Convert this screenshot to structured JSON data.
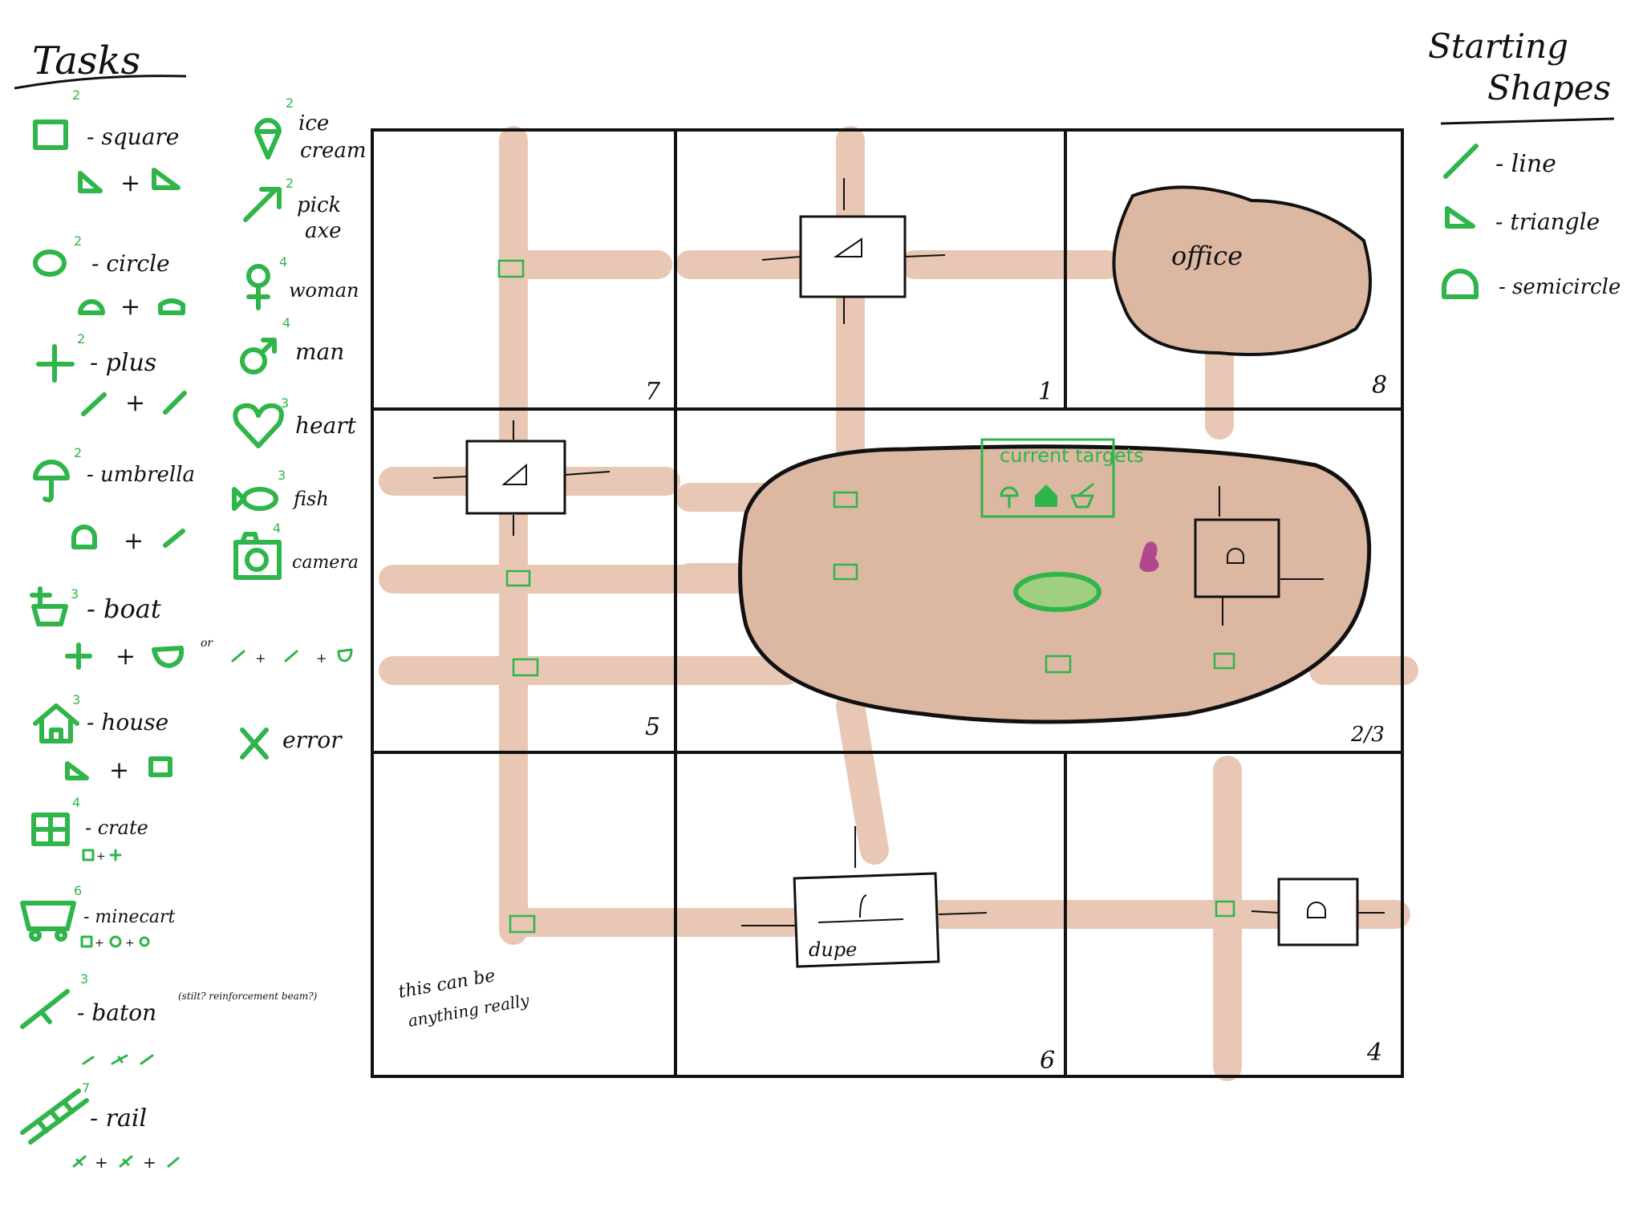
{
  "tasks_heading": "Tasks",
  "starting_heading_line1": "Starting",
  "starting_heading_line2": "Shapes",
  "tasks": [
    {
      "icon": "square-icon",
      "count": "2",
      "label": "- square",
      "recipe": "+"
    },
    {
      "icon": "circle-icon",
      "count": "2",
      "label": "- circle",
      "recipe": "+"
    },
    {
      "icon": "plus-icon",
      "count": "2",
      "label": "- plus",
      "recipe": "+"
    },
    {
      "icon": "umbrella-icon",
      "count": "2",
      "label": "- umbrella",
      "recipe": "+"
    },
    {
      "icon": "boat-icon",
      "count": "3",
      "label": "- boat",
      "recipe": "+",
      "alt_prefix": "or"
    },
    {
      "icon": "house-icon",
      "count": "3",
      "label": "- house",
      "recipe": "+"
    },
    {
      "icon": "crate-icon",
      "count": "4",
      "label": "- crate",
      "recipe": "+"
    },
    {
      "icon": "minecart-icon",
      "count": "6",
      "label": "- minecart",
      "recipe": "+"
    },
    {
      "icon": "baton-icon",
      "count": "3",
      "label": "- baton",
      "note": "(stilt? reinforcement beam?)"
    },
    {
      "icon": "rail-icon",
      "count": "7",
      "label": "- rail",
      "recipe": "+"
    }
  ],
  "tasks_col2": [
    {
      "icon": "ice-cream-icon",
      "count": "2",
      "label": "ice cream"
    },
    {
      "icon": "pickaxe-icon",
      "count": "2",
      "label": "pick axe"
    },
    {
      "icon": "woman-icon",
      "count": "4",
      "label": "woman"
    },
    {
      "icon": "man-icon",
      "count": "4",
      "label": "man"
    },
    {
      "icon": "heart-icon",
      "count": "3",
      "label": "heart"
    },
    {
      "icon": "fish-icon",
      "count": "3",
      "label": "fish"
    },
    {
      "icon": "camera-icon",
      "count": "4",
      "label": "camera"
    },
    {
      "icon": "error-icon",
      "label": "error"
    }
  ],
  "starting_shapes": [
    {
      "icon": "line-icon",
      "label": "- line"
    },
    {
      "icon": "triangle-icon",
      "label": "- triangle"
    },
    {
      "icon": "semicircle-icon",
      "label": "- semicircle"
    }
  ],
  "grid": {
    "cells": [
      "7",
      "1",
      "8",
      "5",
      "2/3",
      "6",
      "4"
    ],
    "office_label": "office",
    "current_targets_label": "current targets",
    "dupe_label": "dupe",
    "note_text_line1": "this can be",
    "note_text_line2": "anything really"
  },
  "colors": {
    "accent": "#2fb54a",
    "road": "#e8c8b4",
    "plaza": "#dcb8a3",
    "player": "#b0488d",
    "ink": "#111111"
  }
}
